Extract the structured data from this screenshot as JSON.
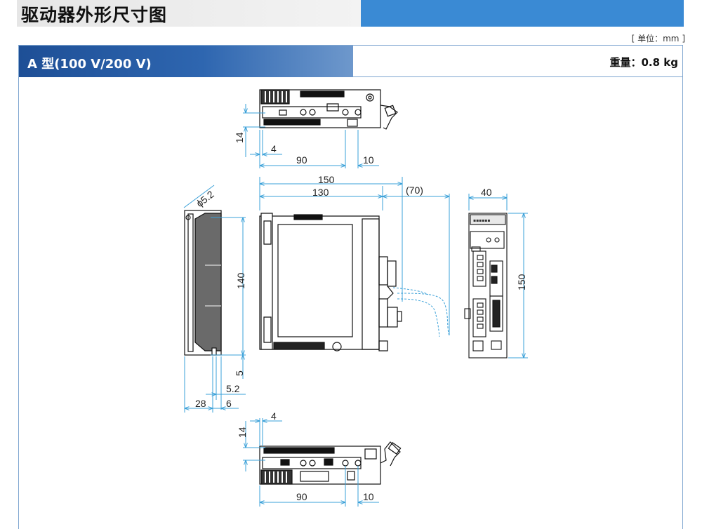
{
  "header": {
    "title": "驱动器外形尺寸图",
    "unit": "[ 单位：mm ]"
  },
  "section": {
    "title": "A 型(100 V/200 V)",
    "weight": "重量：0.8 kg"
  },
  "dimensions": {
    "top_14": "14",
    "top_4": "4",
    "top_90": "90",
    "top_10": "10",
    "w150": "150",
    "w130": "130",
    "w70": "(70)",
    "w40": "40",
    "h150": "150",
    "hole": "ϕ5.2",
    "h140": "140",
    "d5": "5",
    "d52": "5.2",
    "d28": "28",
    "d6": "6",
    "bot_4": "4",
    "bot_14": "14",
    "bot_90": "90",
    "bot_10": "10"
  },
  "colors": {
    "dimension": "#3aa0d8",
    "brand_blue": "#3a8ad4",
    "section_dark": "#1e4f96"
  }
}
